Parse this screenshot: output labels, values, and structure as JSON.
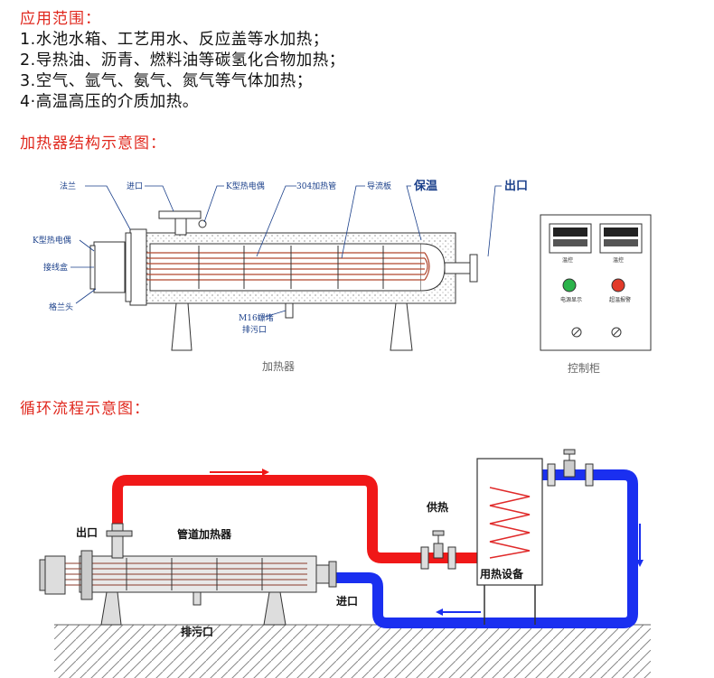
{
  "sections": {
    "application": {
      "heading": "应用范围：",
      "lines": [
        "1.水池水箱、工艺用水、反应盖等水加热；",
        "2.导热油、沥青、燃料油等碳氢化合物加热；",
        "3.空气、氩气、氨气、氮气等气体加热；",
        "4·高温高压的介质加热。"
      ]
    },
    "structure": {
      "heading": "加热器结构示意图：",
      "labels": {
        "flange": "法兰",
        "inlet": "进口",
        "k_thermo_top": "K型热电偶",
        "tube_304": "304加热管",
        "baffle": "导流板",
        "insulation": "保温",
        "outlet": "出口",
        "k_thermo_left": "K型热电偶",
        "junction_box": "接线盒",
        "gland": "格兰头",
        "drain_plug_1": "M16螺堵",
        "drain_plug_2": "排污口",
        "heater_caption": "加热器",
        "cabinet_caption": "控制柜",
        "power_indicator": "电源显示",
        "overtemp_alarm": "超温报警",
        "meter_caption_1": "温控",
        "meter_caption_2": "温控"
      },
      "colors": {
        "green_lamp": "#2bb34a",
        "red_lamp": "#e23a2a"
      }
    },
    "cycle": {
      "heading": "循环流程示意图：",
      "labels": {
        "outlet": "出口",
        "pipeline_heater": "管道加热器",
        "drain": "排污口",
        "inlet": "进口",
        "supply_heat": "供热",
        "heat_equipment": "用热设备"
      },
      "colors": {
        "hot_pipe": "#f01818",
        "cold_pipe": "#1a2ff0",
        "arrow_hot": "#f01818",
        "arrow_cold": "#1a2ff0"
      }
    }
  }
}
